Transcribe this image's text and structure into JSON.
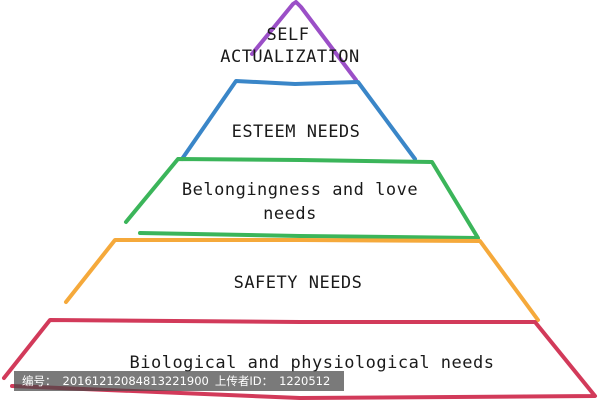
{
  "levels": [
    {
      "id": "self-actualization",
      "lines": [
        "SELF",
        "ACTUALIZATION"
      ],
      "color": "#9b4fc7"
    },
    {
      "id": "esteem",
      "lines": [
        "ESTEEM NEEDS"
      ],
      "color": "#3a86c8"
    },
    {
      "id": "belongingness",
      "lines": [
        "Belongingness and love",
        "needs"
      ],
      "color": "#3bb55a"
    },
    {
      "id": "safety",
      "lines": [
        "SAFETY NEEDS"
      ],
      "color": "#f5a93b"
    },
    {
      "id": "biological",
      "lines": [
        "Biological and physiological needs"
      ],
      "color": "#d23a5a"
    }
  ],
  "watermark": {
    "id_label": "编号：",
    "id_value": "20161212084813221900",
    "uploader_label": "上传者ID：",
    "uploader_value": "1220512"
  }
}
